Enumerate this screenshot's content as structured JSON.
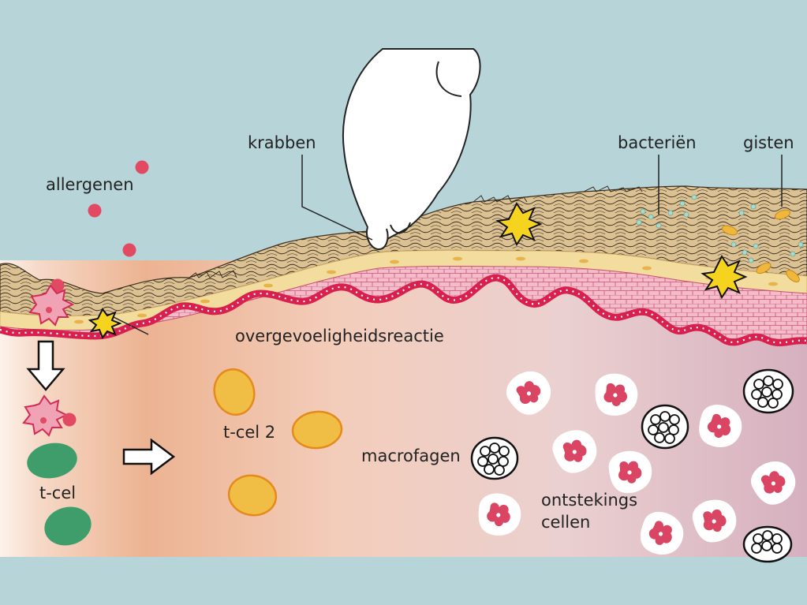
{
  "labels": {
    "allergens": "allergenen",
    "scratching": "krabben",
    "bacteria": "bacteriën",
    "yeasts": "gisten",
    "hypersensitivity": "overgevoeligheidsreactie",
    "t_cell": "t-cel",
    "t_cell_2": "t-cel 2",
    "macrophages": "macrofagen",
    "inflammatory_cells_line1": "ontstekings",
    "inflammatory_cells_line2": "cellen"
  },
  "colors": {
    "background": "#b7d5d9",
    "allergen": "#e24a64",
    "epidermis": "#f3b9c9",
    "basal_layer": "#d81f4e",
    "stratum_granulosum": "#f2dc9e",
    "stratum_corneum": "#d9bd8c",
    "t_cell": "#3f9d6b",
    "t_cell_2": "#f0bd45",
    "inflammatory_nucleus": "#d94562",
    "bacteria": "#a6dccd",
    "yeast": "#efb83c"
  }
}
